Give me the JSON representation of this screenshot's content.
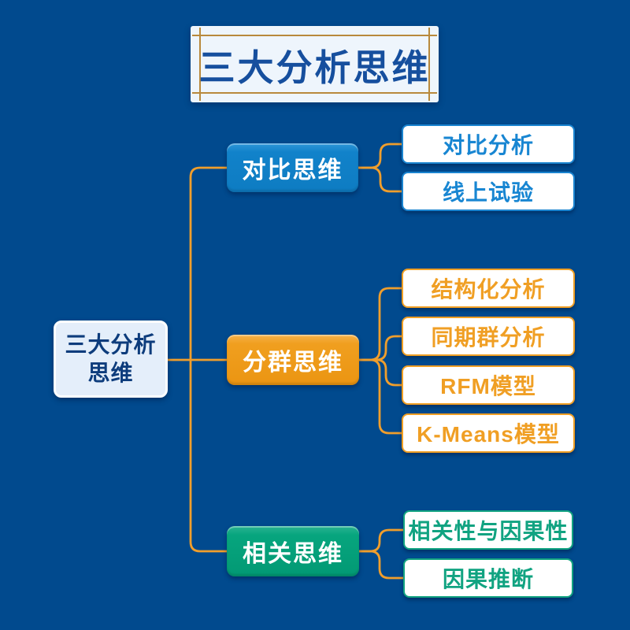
{
  "title": {
    "text": "三大分析思维"
  },
  "root": {
    "lines": [
      "三大分析",
      "思维"
    ]
  },
  "branches": [
    {
      "label": "对比思维",
      "color": "#1182ca",
      "children": [
        "对比分析",
        "线上试验"
      ]
    },
    {
      "label": "分群思维",
      "color": "#f09f1f",
      "children": [
        "结构化分析",
        "同期群分析",
        "RFM模型",
        "K-Means模型"
      ]
    },
    {
      "label": "相关思维",
      "color": "#07a57e",
      "children": [
        "相关性与因果性",
        "因果推断"
      ]
    }
  ],
  "colors": {
    "background": "#014a8e",
    "connector": "#f09e2c",
    "title_background": "#eef5fc",
    "title_text": "#164f9e",
    "title_frame_gold": "#b8893c",
    "root_background": "#e4eefa",
    "root_text": "#0d3c7c",
    "child_background": "#ffffff",
    "child_blue_text": "#1886d2",
    "child_orange_text": "#f09f24",
    "child_green_text": "#11a381"
  }
}
